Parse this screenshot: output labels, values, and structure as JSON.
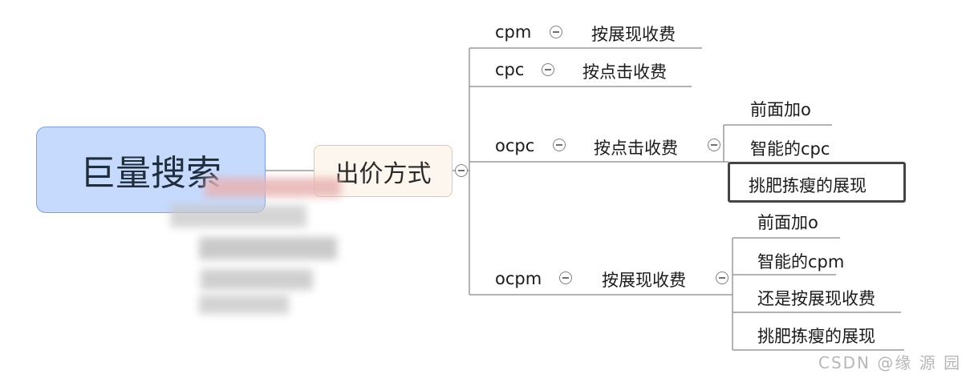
{
  "root": {
    "label": "巨量搜索"
  },
  "branch": {
    "label": "出价方式"
  },
  "items": [
    {
      "name": "cpm",
      "desc": "按展现收费"
    },
    {
      "name": "cpc",
      "desc": "按点击收费"
    },
    {
      "name": "ocpc",
      "desc": "按点击收费",
      "children": [
        "前面加o",
        "智能的cpc",
        "挑肥拣瘦的展现"
      ]
    },
    {
      "name": "ocpm",
      "desc": "按展现收费",
      "children": [
        "前面加o",
        "智能的cpm",
        "还是按展现收费",
        "挑肥拣瘦的展现"
      ]
    }
  ],
  "watermark": "CSDN @缘 源 园",
  "colors": {
    "root_fill": "#c6dafd",
    "branch_fill": "#fdf6ee",
    "line": "#9a9a9a"
  }
}
